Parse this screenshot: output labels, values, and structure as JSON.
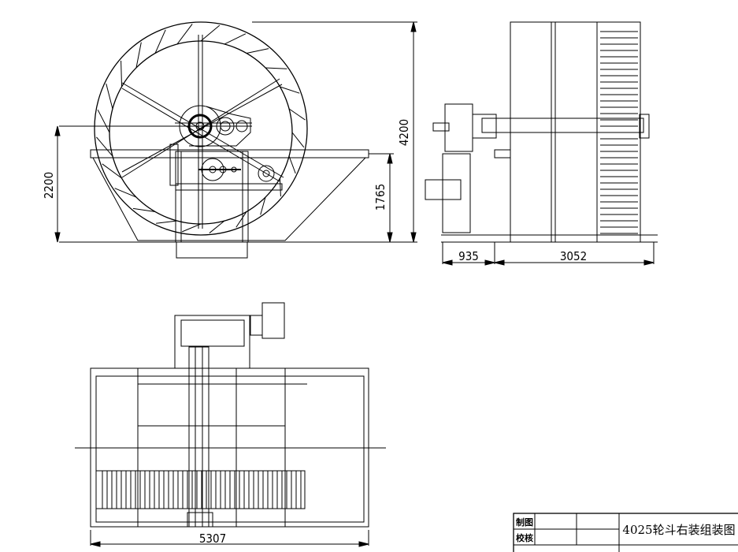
{
  "drawing": {
    "title": "4025轮斗右装组装图",
    "dimensions": {
      "front_height_total": "4200",
      "front_axle_height": "2200",
      "front_platform_height": "1765",
      "side_drive_offset": "935",
      "side_width": "3052",
      "top_length": "5307"
    },
    "title_block": {
      "drawn_label": "制图",
      "checked_label": "校核"
    }
  },
  "colors": {
    "line": "#000000",
    "background": "#ffffff"
  }
}
